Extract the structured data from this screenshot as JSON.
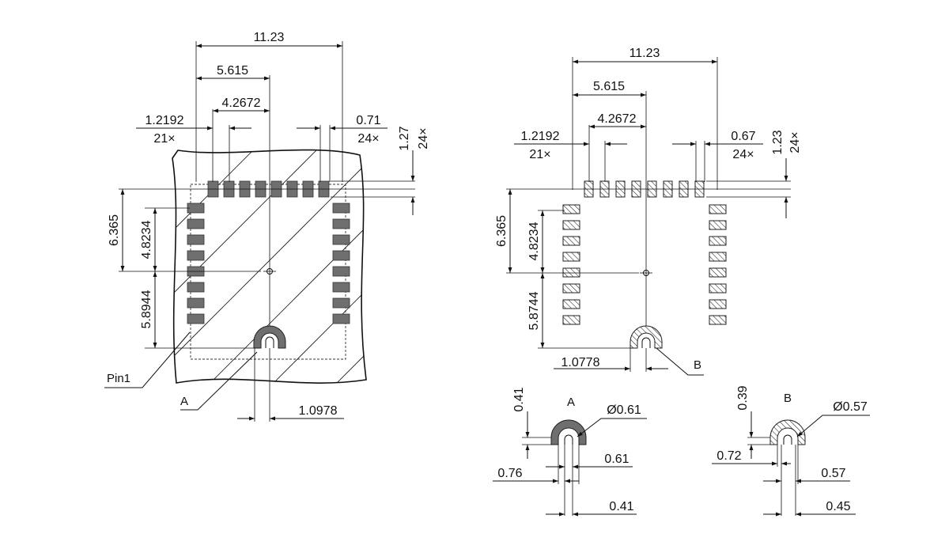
{
  "left_view": {
    "dims": {
      "total_width": "11.23",
      "half_width": "5.615",
      "center_offset": "4.2672",
      "pitch": "1.2192",
      "pitch_count": "21×",
      "pad_width": "0.71",
      "pad_width_count": "24×",
      "pad_length": "1.27",
      "pad_length_count": "24×",
      "top_to_center": "6.365",
      "upper_height": "4.8234",
      "lower_height": "5.8944",
      "feature_offset": "1.0978"
    },
    "labels": {
      "pin1": "Pin1",
      "detail_a": "A"
    }
  },
  "right_view": {
    "dims": {
      "total_width": "11.23",
      "half_width": "5.615",
      "center_offset": "4.2672",
      "pitch": "1.2192",
      "pitch_count": "21×",
      "pad_width": "0.67",
      "pad_width_count": "24×",
      "pad_length": "1.23",
      "pad_length_count": "24×",
      "top_to_center": "6.365",
      "upper_height": "4.8234",
      "lower_height": "5.8744",
      "feature_offset": "1.0778"
    },
    "labels": {
      "detail_b": "B"
    }
  },
  "detail_a": {
    "title": "A",
    "height": "0.41",
    "diameter": "Ø0.61",
    "outer_width": "0.76",
    "inner_width": "0.61",
    "slot_width": "0.41"
  },
  "detail_b": {
    "title": "B",
    "height": "0.39",
    "diameter": "Ø0.57",
    "outer_width": "0.72",
    "inner_width": "0.57",
    "slot_width": "0.45"
  },
  "colors": {
    "pad_fill": "#6f6f6f",
    "line": "#111111",
    "background": "#ffffff"
  }
}
